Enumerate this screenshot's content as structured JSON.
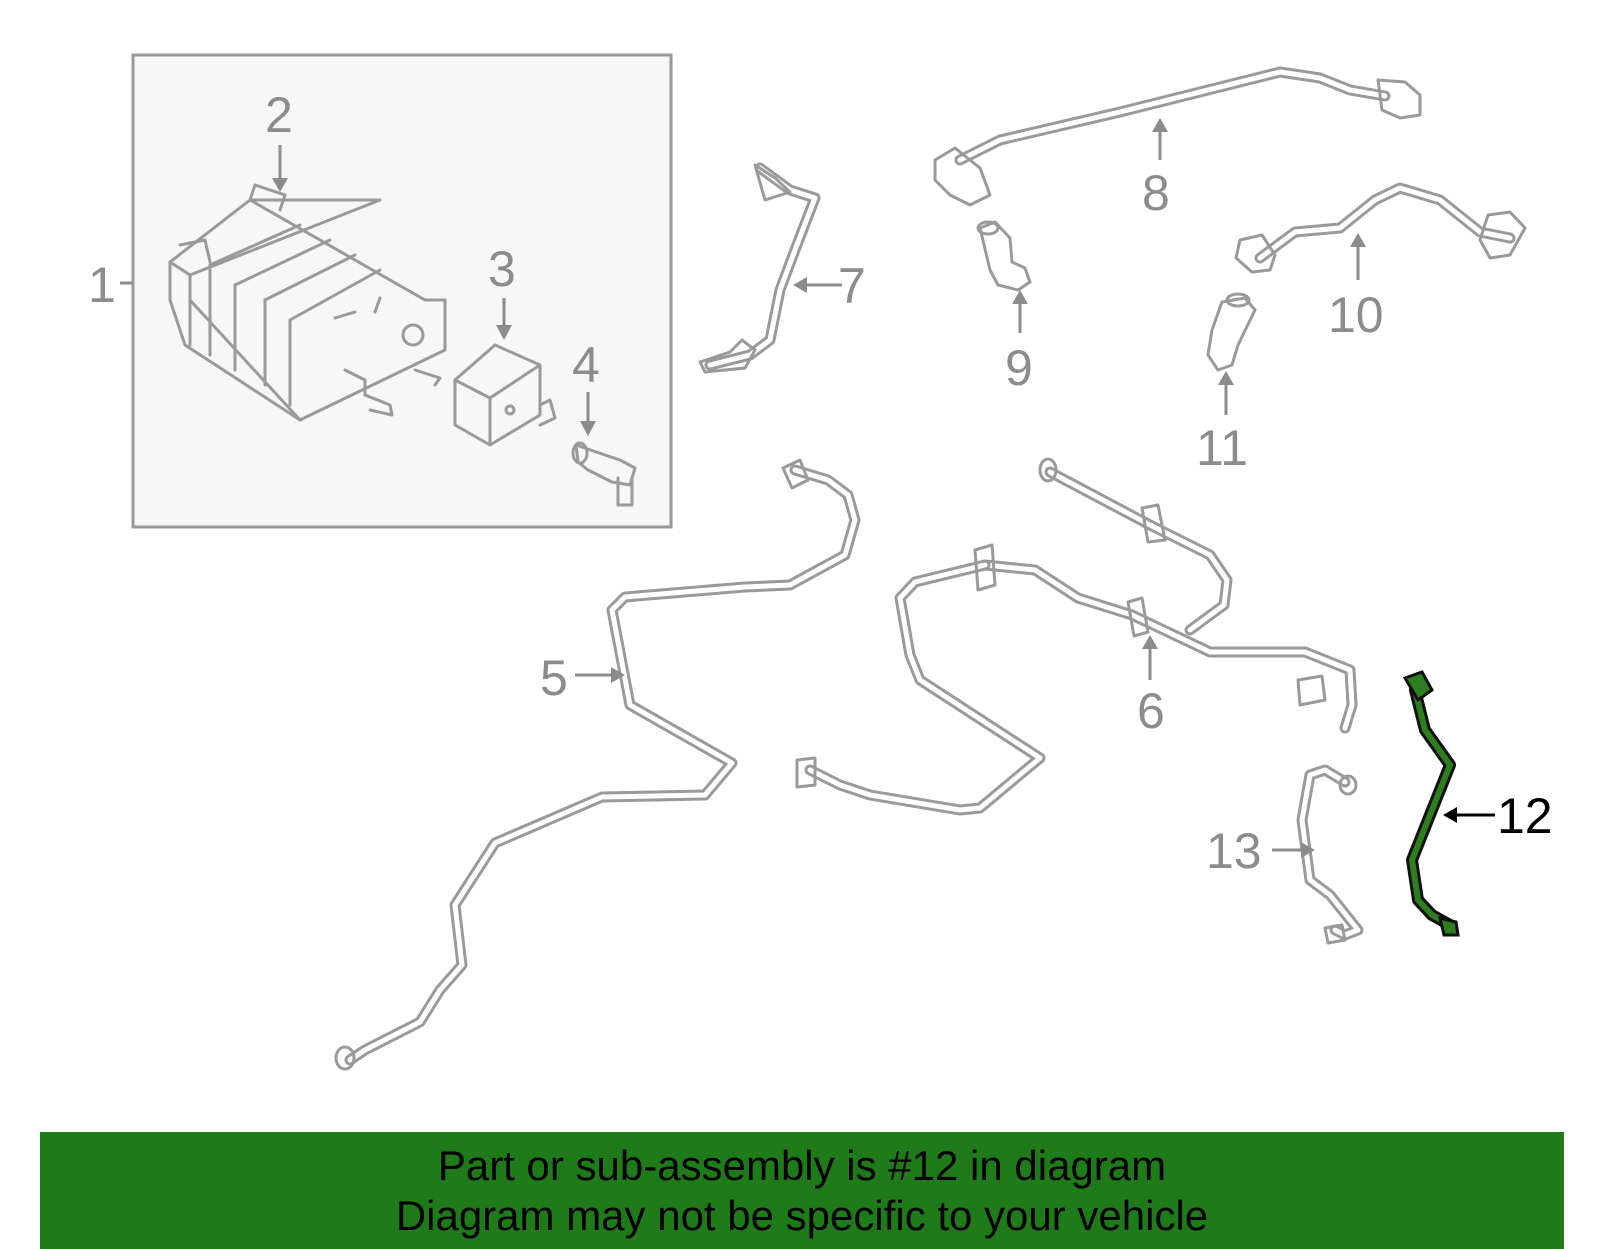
{
  "callouts": {
    "c1": "1",
    "c2": "2",
    "c3": "3",
    "c4": "4",
    "c5": "5",
    "c6": "6",
    "c7": "7",
    "c8": "8",
    "c9": "9",
    "c10": "10",
    "c11": "11",
    "c12": "12",
    "c13": "13"
  },
  "highlighted_part": "12",
  "colors": {
    "highlight": "#2e7d1f",
    "banner": "#1f7a1a",
    "line_art": "#9a9a9a"
  },
  "banner": {
    "line1": "Part or sub-assembly is #12 in diagram",
    "line2": "Diagram may not be specific to your vehicle"
  }
}
